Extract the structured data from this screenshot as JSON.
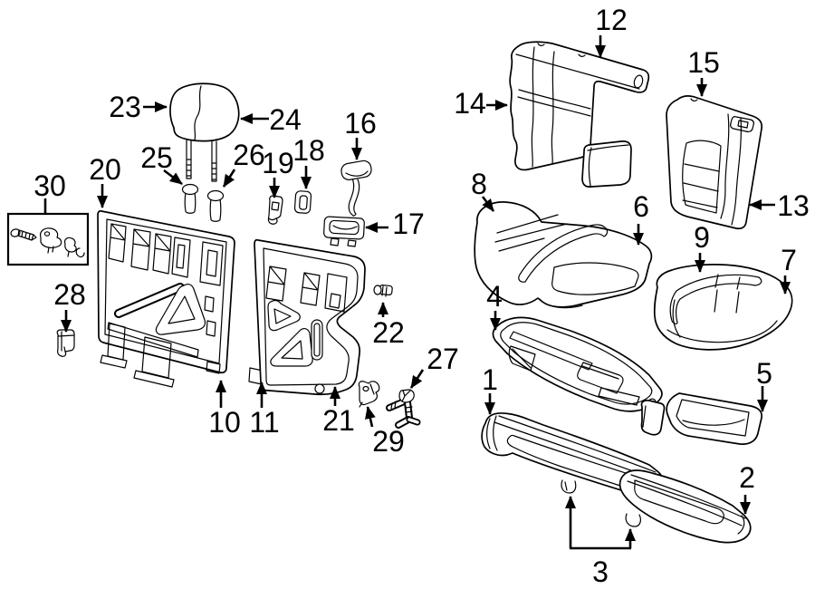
{
  "canvas": {
    "background": "#ffffff",
    "ink": "#000000"
  },
  "callouts": {
    "c1": {
      "label": "1"
    },
    "c2": {
      "label": "2"
    },
    "c3": {
      "label": "3"
    },
    "c4": {
      "label": "4"
    },
    "c5": {
      "label": "5"
    },
    "c6": {
      "label": "6"
    },
    "c7": {
      "label": "7"
    },
    "c8": {
      "label": "8"
    },
    "c9": {
      "label": "9"
    },
    "c10": {
      "label": "10"
    },
    "c11": {
      "label": "11"
    },
    "c12": {
      "label": "12"
    },
    "c13": {
      "label": "13"
    },
    "c14": {
      "label": "14"
    },
    "c15": {
      "label": "15"
    },
    "c16": {
      "label": "16"
    },
    "c17": {
      "label": "17"
    },
    "c18": {
      "label": "18"
    },
    "c19": {
      "label": "19"
    },
    "c20": {
      "label": "20"
    },
    "c21": {
      "label": "21"
    },
    "c22": {
      "label": "22"
    },
    "c23": {
      "label": "23"
    },
    "c24": {
      "label": "24"
    },
    "c25": {
      "label": "25"
    },
    "c26": {
      "label": "26"
    },
    "c27": {
      "label": "27"
    },
    "c28": {
      "label": "28"
    },
    "c29": {
      "label": "29"
    },
    "c30": {
      "label": "30"
    }
  }
}
